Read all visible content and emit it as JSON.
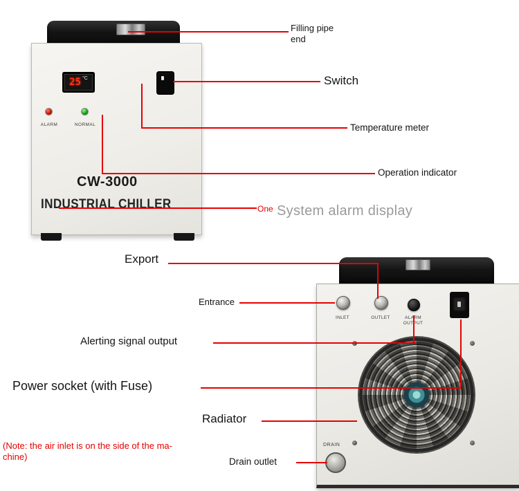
{
  "front_view": {
    "model": "CW-3000",
    "product_name": "INDUSTRIAL CHILLER",
    "temp_value": "25",
    "temp_unit": "°C",
    "alarm_label": "ALARM",
    "normal_label": "NORMAL"
  },
  "back_view": {
    "inlet_label": "INLET",
    "outlet_label": "OUTLET",
    "alarm_output_line1": "ALARM",
    "alarm_output_line2": "OUTPUT",
    "drain_label": "DRAIN"
  },
  "annotations": {
    "filling_pipe_end": "Filling pipe end",
    "switch": "Switch",
    "temperature_meter": "Temperature meter",
    "operation_indicator": "Operation indicator",
    "one_prefix": "One",
    "system_alarm_display": "System alarm display",
    "export": "Export",
    "entrance": "Entrance",
    "alerting_signal_output": "Alerting signal output",
    "power_socket": "Power socket (with Fuse)",
    "radiator": "Radiator",
    "drain_outlet": "Drain outlet",
    "note_line1": "(Note: the air inlet is on the side of the ma-",
    "note_line2": "chine)"
  },
  "colors": {
    "annotation_line": "#e60000",
    "note_text": "#e60000",
    "system_alarm_label": "#9a9a9a",
    "alarm_indicator": "#cc1100",
    "normal_indicator": "#15a015"
  }
}
